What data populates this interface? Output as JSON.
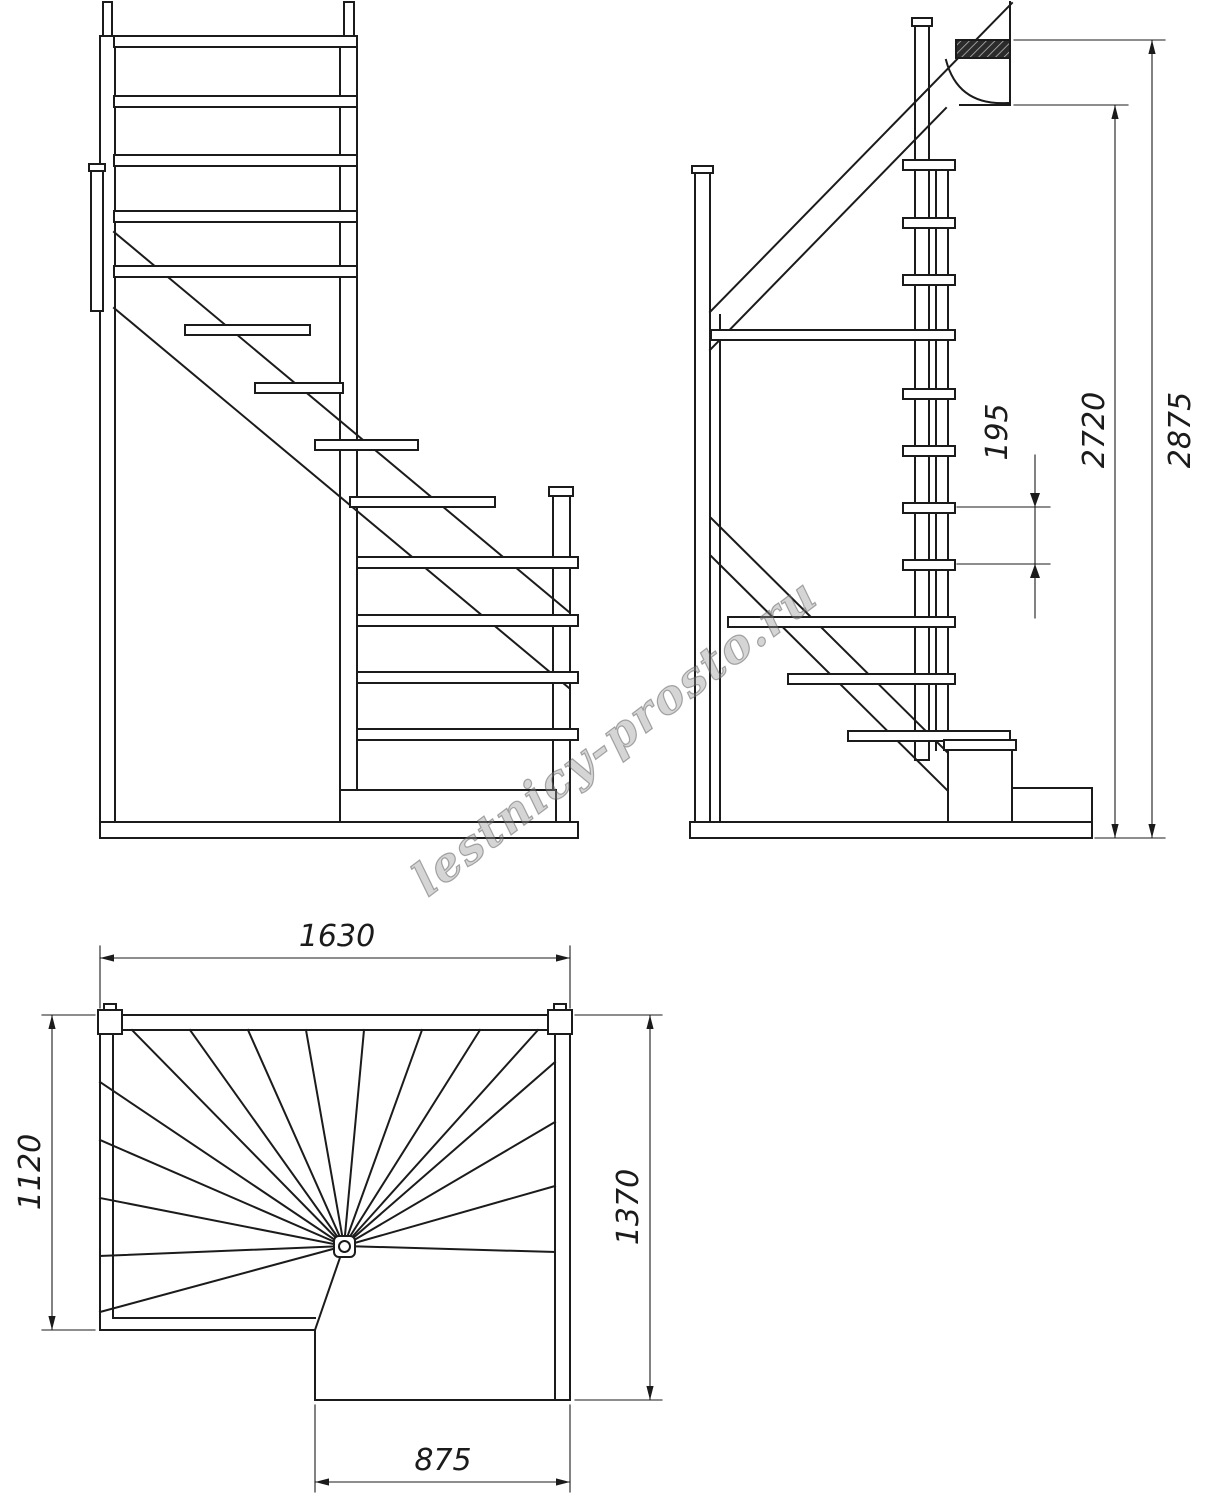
{
  "watermark": {
    "text": "lestnicy-prosto.ru"
  },
  "dimensions": {
    "riser_height": "195",
    "clear_height": "2720",
    "total_height": "2875",
    "overall_width": "1630",
    "left_depth": "1120",
    "right_depth": "1370",
    "entry_step_width": "875"
  },
  "colors": {
    "line": "#1b1b1b",
    "watermark": "#8a8a8a"
  }
}
